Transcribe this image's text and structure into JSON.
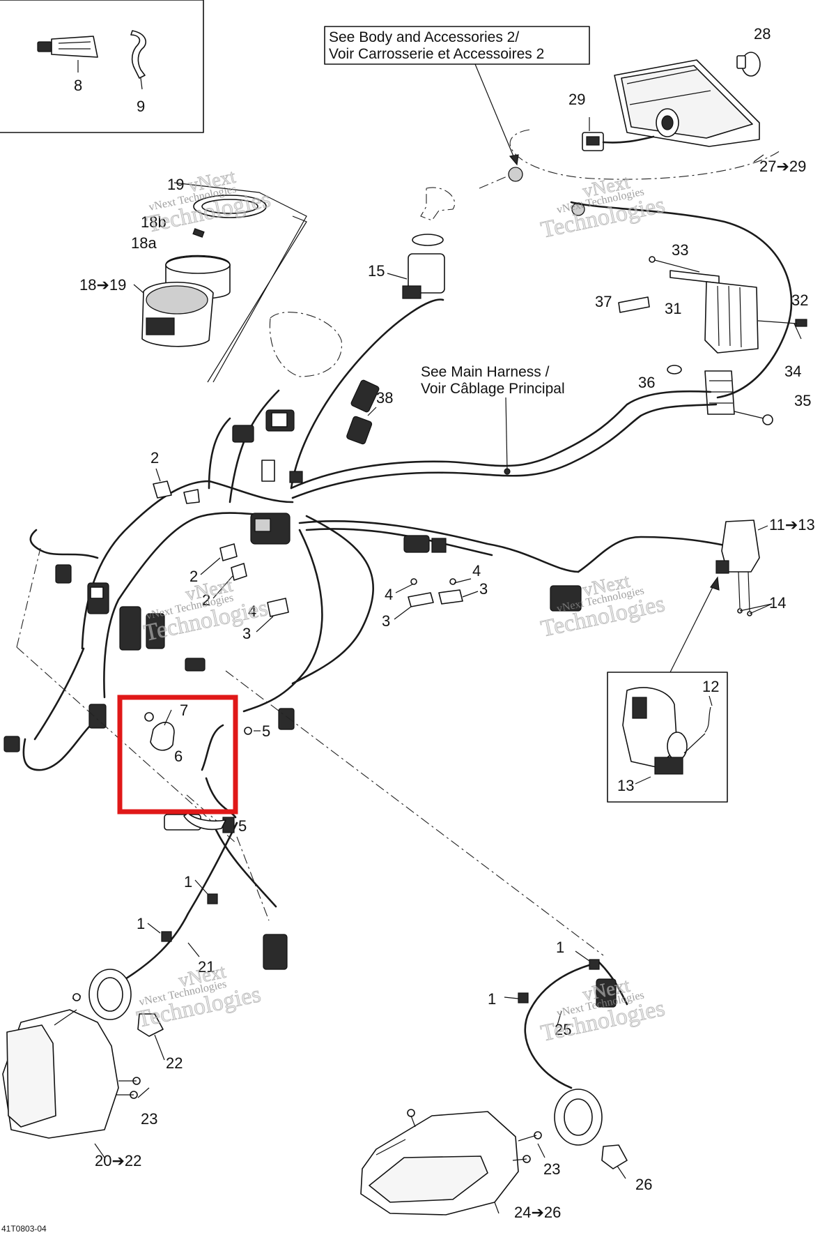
{
  "notes": {
    "body_line1": "See Body and Accessories 2/",
    "body_line2": "Voir Carrosserie et Accessoires 2",
    "harness_line1": "See Main Harness /",
    "harness_line2": "Voir Câblage Principal"
  },
  "watermark": {
    "line1": "vNext Technologies",
    "line2": "vNext",
    "line3": "Technologies"
  },
  "labels": {
    "p8": "8",
    "p9": "9",
    "p28": "28",
    "p29": "29",
    "p27_29": "27➔29",
    "p19": "19",
    "p18b": "18b",
    "p18a": "18a",
    "p18_19": "18➔19",
    "p15": "15",
    "p33": "33",
    "p37": "37",
    "p31": "31",
    "p32": "32",
    "p36": "36",
    "p34": "34",
    "p35": "35",
    "p38": "38",
    "p2a": "2",
    "p2b": "2",
    "p2c": "2",
    "p4a": "4",
    "p3a": "3",
    "p4b": "4",
    "p3b": "3",
    "p4c": "4",
    "p3c": "3",
    "p11_13": "11➔13",
    "p14": "14",
    "p12": "12",
    "p13": "13",
    "p7": "7",
    "p6": "6",
    "p5a": "5",
    "p5b": "5",
    "p1a": "1",
    "p1b": "1",
    "p21": "21",
    "p22": "22",
    "p23a": "23",
    "p20_22": "20➔22",
    "p1c": "1",
    "p1d": "1",
    "p25": "25",
    "p23b": "23",
    "p26": "26",
    "p24_26": "24➔26",
    "code": "41T0803-04"
  },
  "colors": {
    "line": "#1a1a1a",
    "highlight": "#e01818",
    "watermark": "#9a9a9a"
  },
  "highlight": {
    "target_part": "6"
  }
}
